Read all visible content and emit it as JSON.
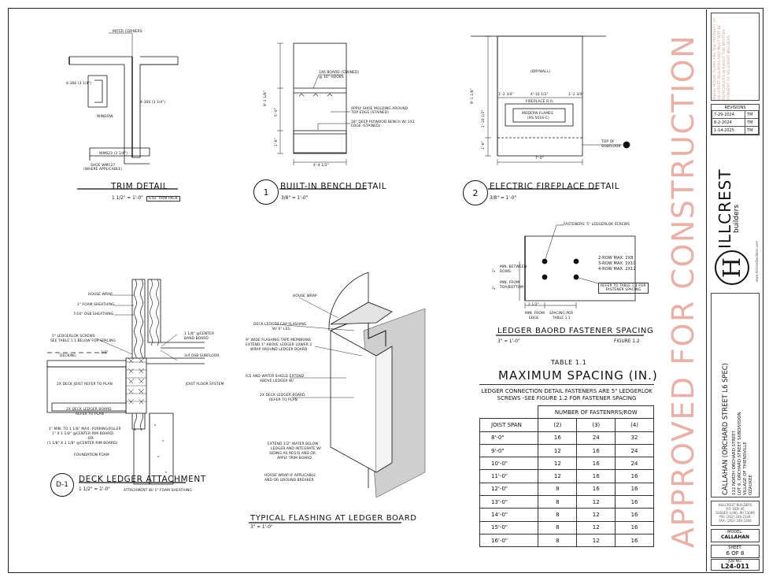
{
  "stamp": "APPROVED FOR CONSTRUCTION",
  "trim": {
    "title": "TRIM DETAIL",
    "scale": "1 1/2\" = 1'-0\"",
    "badge": "STD. TRIM PACK",
    "miter": "MITER CORNERS",
    "left_dim": "4-366 (3 1/4\")",
    "right_dim": "4-366 (3 1/4\")",
    "window": "WINDOW",
    "bottom_dim": "WM623 (3 1/4\")",
    "shoe1": "SHOE WM127",
    "shoe2": "(WHERE APPLICABLE)"
  },
  "bench": {
    "num": "1",
    "title": "BUILT-IN BENCH DETAIL",
    "scale": "3/8\" = 1'-0\"",
    "n1a": "1x6 BOARD (STAINED)",
    "n1b": "@ 16\" HOOKS",
    "n2a": "APPLY SHOE MOLDING AROUND",
    "n2b": "TOP EDGE (STAINED)",
    "n3a": "18\" DEEP PLYWOOD BENCH W/ 1x2",
    "n3b": "EDGE (STAINED)",
    "dim_h": "9'-1 1/8\"",
    "dim_m": "5'-0\"",
    "dim_s": "1'-6\"",
    "dim_w": "4'-4 1/2\""
  },
  "fire": {
    "num": "2",
    "title": "ELECTRIC FIREPLACE DETAIL",
    "scale": "3/8\" = 1'-0\"",
    "drywall": "(DRYWALL)",
    "w1": "4'-10 1/2\"",
    "s1": "1'-2 3/4\"",
    "s2": "1'-2 3/4\"",
    "rough": "FIREPLACE R.O.",
    "mod1": "MODERN FLAMES",
    "mod2": "(RS-5016-C)",
    "h1": "9'-1 1/8\"",
    "h2": "1'-10 1/2\"",
    "h3": "1'-6\"",
    "bw": "7'-0\"",
    "tos1": "TOP OF",
    "tos2": "SUBFLOOR"
  },
  "ledgerspace": {
    "title": "LEDGER BAORD FASTENER SPACING",
    "scale": "3\" = 1'-0\"",
    "fig": "FIGURE 1.2",
    "fast": "FASTENERS: 5\" LEDGERLOK SCREWS",
    "r1": "2-ROW MAX. 2x8",
    "r2": "3-ROW MAX. 2x10",
    "r3": "4-ROW MAX. 2x12",
    "ref1": "REFER TO TABLE 1.1 FOR",
    "ref2": "FASTENER SPACING",
    "minb1": "MIN. BETWEEN",
    "minb2": "ROWS",
    "minf1": "MIN. FROM",
    "minf2": "TOP/BOTTOM",
    "edge1": "MIN. FROM",
    "edge2": "EDGE",
    "sp1": "SPACING PER",
    "sp2": "TABLE 1.1",
    "d1": "2 1/2\"",
    "d2": "2\"",
    "d3": "2\""
  },
  "deck": {
    "num": "D-1",
    "title": "DECK LEDGER ATTACHMENT",
    "scale": "1 1/2\" = 1'-0\"",
    "sub": "ATTACHMENT W/ 1\" FOAM SHEATHING",
    "house_wrap": "HOUSE WRAP",
    "foam": "1\" FOAM SHEATHING",
    "osb": "7/16\" OSB SHEATHING",
    "screws1": "5\" LEDGERLOK SCREWS",
    "screws2": "SEE TABLE 1.1 BELOW FOR SPACING",
    "decking": "DECKING",
    "dim": "1/2\"",
    "joist": "2x DECK JOIST REFER TO PLAN",
    "ledger1": "2x DECK LEDGER BOARD",
    "ledger2": "REFER TO PLAN",
    "fur1": "1\" MIN. TO 1 1/8\" MAX. FURRING/FILLER",
    "fur2": "1\" x 1 1/8\" @CENTER RIM BOARD)",
    "fur3": "-OR-",
    "fur4": "(1 1/8\" x 1 1/8\" @CENTER RIM BOARD)",
    "fnd": "FOUNDATION FOAM",
    "band1": "1 1/8\" @CENTER",
    "band2": "BAND BOARD",
    "sub_osb": "3/4 OSB SUBFLOOR",
    "floor": "JOIST FLOOR SYSTEM"
  },
  "flash": {
    "title": "TYPICAL FLASHING AT LEDGER BOARD",
    "scale": "3\" = 1'-0\"",
    "n1": "HOUSE WRAP",
    "n2a": "DECK LEDGER CAP FLASHING",
    "n2b": "W/ 6\" LEG",
    "n3a": "9\" WIDE FLASHING TAPE MEMBRANE",
    "n3b": "EXTEND 1\" ABOVE LEDGER LOWER 2",
    "n3c": "WRAP AROUND LEDGER BOARD",
    "n4a": "ICE AND WATER SHIELD EXTEND",
    "n4b": "ABOVE LEDGER W/",
    "n5a": "2x DECK LEDGER BOARD",
    "n5b": "REFER TO PLAN",
    "n6a": "EXTEND 1/2\" WATER BELOW",
    "n6b": "LEDGER AND INTEGRATE W/",
    "n6c": "SIDING AS REQ'D AND OR",
    "n6d": "APPLY TRIM BOARD",
    "n7a": "HOUSE WRAP IF APPLICABLE",
    "n7b": "AND OR GROUND BREAKER"
  },
  "table": {
    "label": "TABLE 1.1",
    "title": "MAXIMUM SPACING (IN.)",
    "note1": "LEDGER CONNECTION DETAIL FASTENERS ARE 5\" LEDGERLOK",
    "note2": "SCREWS -SEE FIGURE 1.2 FOR FASTENER SPACING",
    "group": "NUMBER OF FASTENRRS/ROW",
    "col0": "JOIST SPAN",
    "cols": [
      "(2)",
      "(3)",
      "(4)"
    ],
    "rows": [
      [
        "8'-0\"",
        "16",
        "24",
        "32"
      ],
      [
        "9'-0\"",
        "12",
        "16",
        "24"
      ],
      [
        "10'-0\"",
        "12",
        "16",
        "24"
      ],
      [
        "11'-0\"",
        "12",
        "16",
        "16"
      ],
      [
        "12'-0\"",
        "8",
        "16",
        "16"
      ],
      [
        "13'-0\"",
        "8",
        "12",
        "16"
      ],
      [
        "14'-0\"",
        "8",
        "12",
        "16"
      ],
      [
        "15'-0\"",
        "8",
        "12",
        "16"
      ],
      [
        "16'-0\"",
        "8",
        "12",
        "16"
      ]
    ]
  },
  "titleblock": {
    "copyright": "THESE HOUSE PLANS ARE THE PROPERTY OF HILLCREST BUILDERS AND MUST NOT BE REPRODUCED WITHOUT THE WRITTEN CONSENT OF HILLCREST BUILDERS",
    "revisions_label": "REVISIONS",
    "revisions": [
      [
        "7-29-2024",
        "TM"
      ],
      [
        "8-2-2024",
        "TM"
      ],
      [
        "1-14-2025",
        "TM"
      ]
    ],
    "brand1": "ILLCREST",
    "brand2": "builders",
    "brand_h": "H",
    "web": "www.hillcrestbuilders.com",
    "project": "CALLAHAN (ORCHARD STREET L6 SPEC)",
    "addr1": "112 NORTH ORCHARD STREET",
    "addr2": "LOT 6, ORCHARD STREET SUBDIVISION",
    "addr3": "VILLAGE OF THIENSVILLE",
    "addr4": "OZAUKEE",
    "address": "HILLCREST BUILDERS\nP.O. BOX 46\nSUSSEX (LAK), WI 53089\nPH: (262) 246-2344\nFAX: (262) 246-2366",
    "model_label": "MODEL:",
    "model": "CALLAHAN",
    "sheet_label": "SHEET:",
    "sheet": "6 OF 8",
    "job_label": "JOB NO.",
    "job": "L24-011"
  }
}
